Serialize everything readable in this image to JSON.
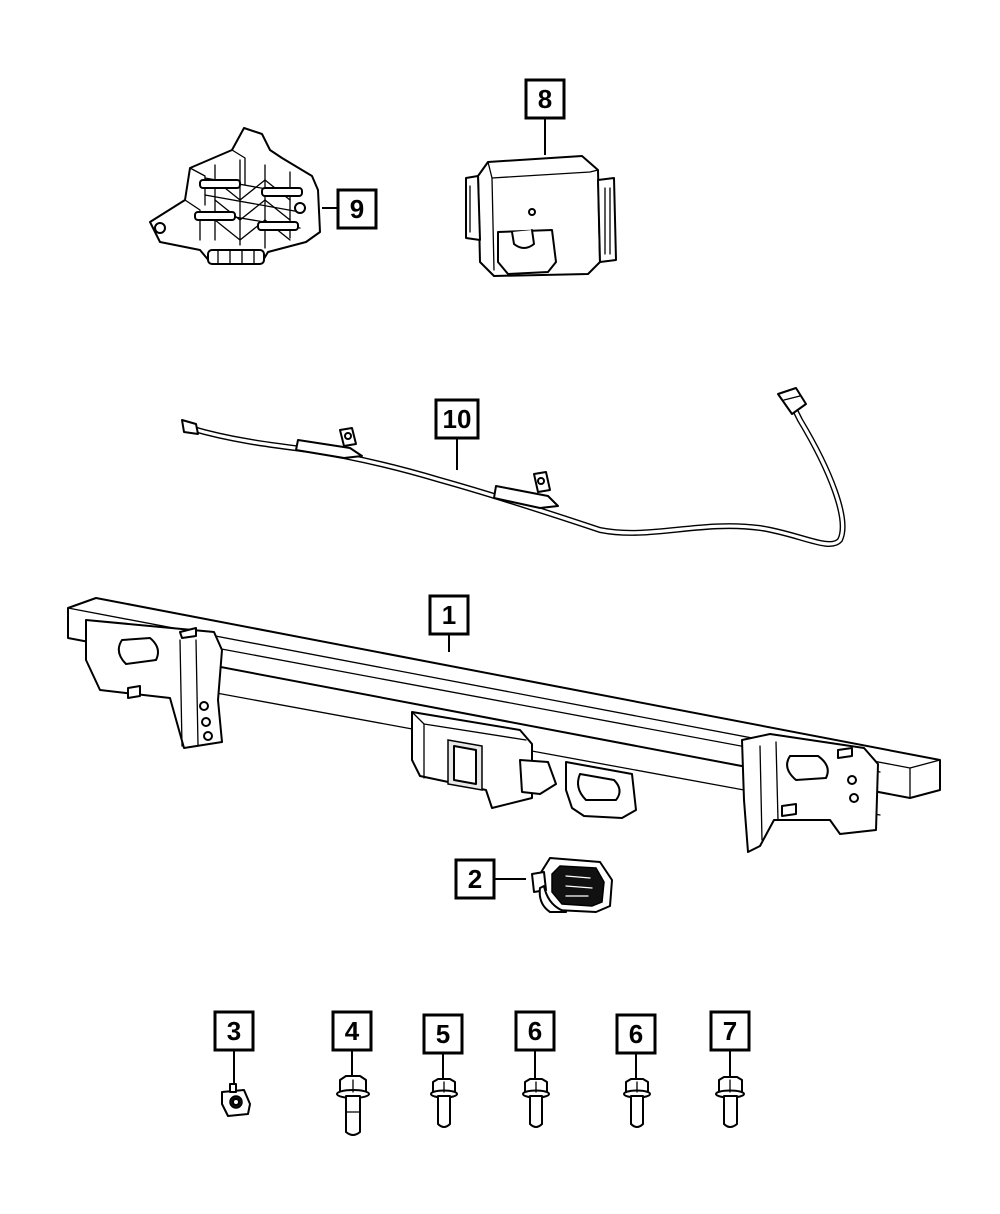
{
  "callouts": {
    "c1": "1",
    "c2": "2",
    "c3": "3",
    "c4": "4",
    "c5": "5",
    "c6a": "6",
    "c6b": "6",
    "c7": "7",
    "c8": "8",
    "c9": "9",
    "c10": "10"
  }
}
